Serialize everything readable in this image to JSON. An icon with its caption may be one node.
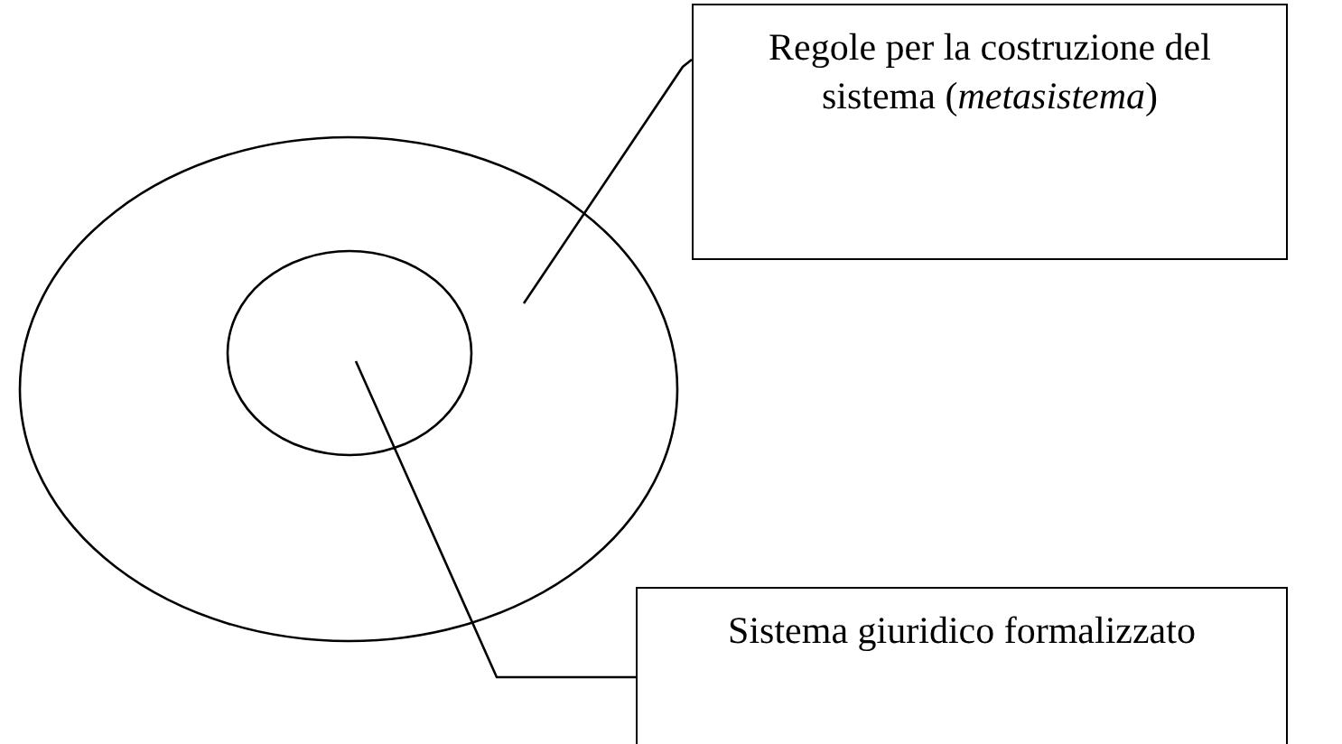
{
  "diagram": {
    "nodes": [
      {
        "text": [],
        "shape": "ellipse"
      },
      {
        "text": [],
        "shape": "ellipse",
        "in": 0
      },
      {
        "text": [
          "Regole per la costruzione del sistema (*metasistema*)"
        ]
      },
      {
        "text": [
          "Sistema giuridico formalizzato"
        ]
      }
    ],
    "edges": [
      {
        "from": 2,
        "to": 0,
        "arrow": "none"
      },
      {
        "from": 3,
        "to": 1,
        "arrow": "none"
      }
    ]
  }
}
